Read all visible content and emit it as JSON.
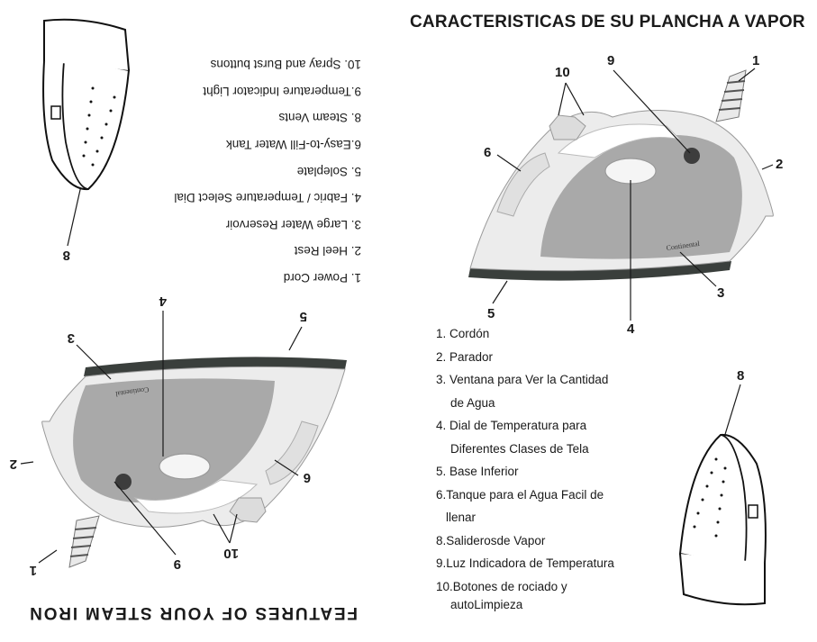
{
  "spanish": {
    "title": "CARACTERISTICAS DE SU PLANCHA A VAPOR",
    "brand": "Continental",
    "callouts": [
      "1",
      "2",
      "3",
      "4",
      "5",
      "6",
      "9",
      "10",
      "8"
    ],
    "items": [
      {
        "l1": "1. Cordón"
      },
      {
        "l1": "2. Parador"
      },
      {
        "l1": "3. Ventana para Ver la Cantidad",
        "l2": "de Agua"
      },
      {
        "l1": "4. Dial de Temperatura para",
        "l2": "Diferentes Clases de Tela"
      },
      {
        "l1": "5. Base Inferior"
      },
      {
        "l1": "6.Tanque para el Agua Facil de",
        "l2": "llenar"
      },
      {
        "l1": "8.Saliderosde Vapor"
      },
      {
        "l1": "9.Luz Indicadora de Temperatura"
      },
      {
        "l1": "10.Botones de rociado y",
        "l2": "autoLimpieza"
      }
    ]
  },
  "english": {
    "title": "FEATURES OF YOUR STEAM IRON",
    "brand": "Continental",
    "callouts": [
      "1",
      "2",
      "3",
      "4",
      "5",
      "6",
      "9",
      "10",
      "8"
    ],
    "items": [
      "1. Power Cord",
      "2. Heel Rest",
      "3. Large Water Reservoir",
      "4. Fabric / Temperature Select Dial",
      "5. Soleplate",
      "6.Easy-to-Fill Water Tank",
      "8. Steam Vents",
      "9.Temperature Indicator Light",
      "10. Spray and Burst buttons"
    ]
  },
  "colors": {
    "ink": "#1a1a1a",
    "iron_body": "#e6e6e6",
    "iron_window": "#a9a9a9",
    "soleplate": "#3a3f3c"
  }
}
